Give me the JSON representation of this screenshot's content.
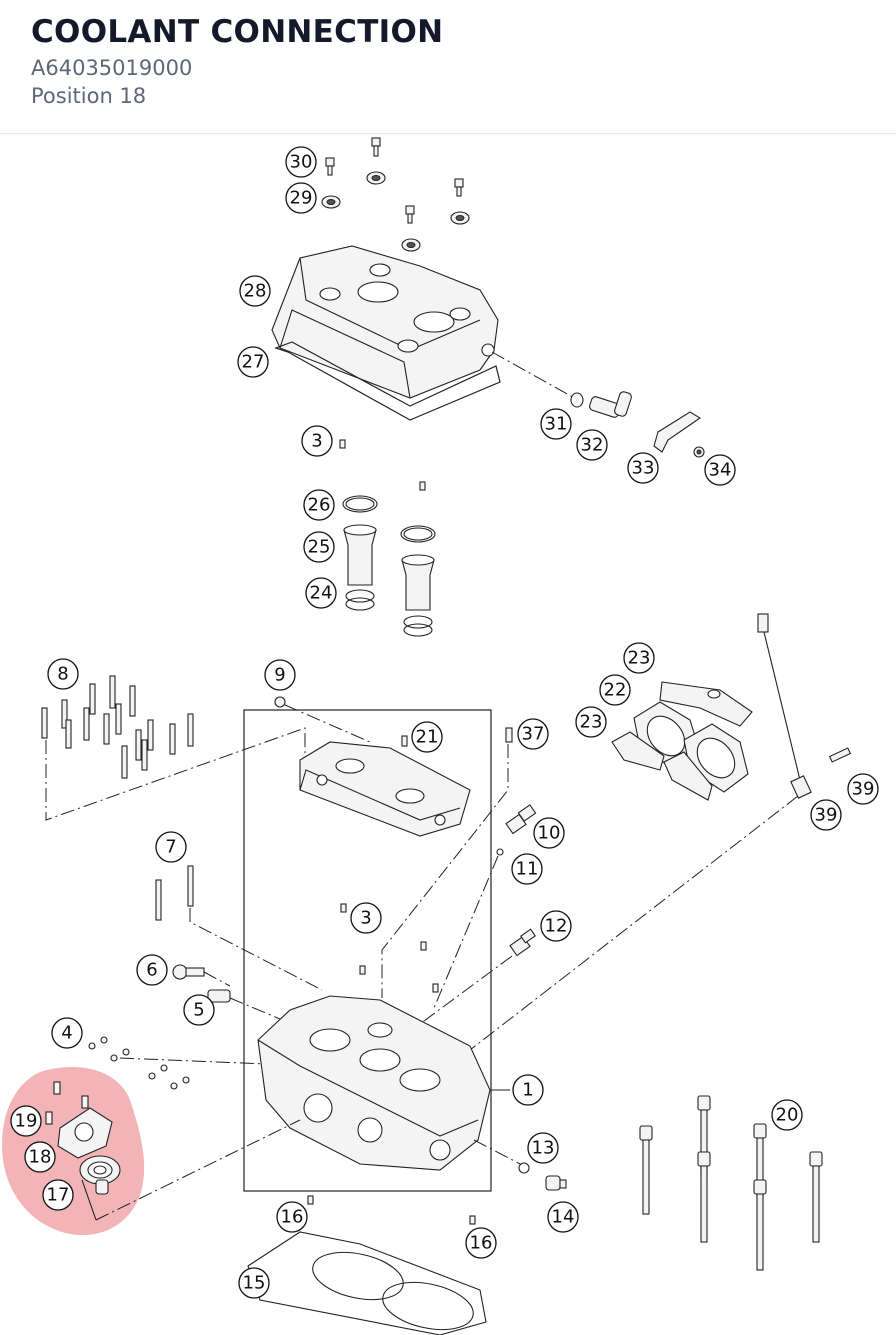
{
  "header": {
    "title": "COOLANT CONNECTION",
    "part_number": "A64035019000",
    "position": "Position 18"
  },
  "highlight": {
    "position_number": "18",
    "color": "#e8767a"
  },
  "callouts": [
    "30",
    "29",
    "28",
    "27",
    "31",
    "32",
    "33",
    "34",
    "3",
    "26",
    "25",
    "24",
    "8",
    "9",
    "21",
    "37",
    "23",
    "22",
    "23",
    "39",
    "39",
    "10",
    "11",
    "7",
    "3",
    "12",
    "6",
    "5",
    "4",
    "1",
    "20",
    "19",
    "18",
    "17",
    "13",
    "14",
    "16",
    "16",
    "15"
  ]
}
